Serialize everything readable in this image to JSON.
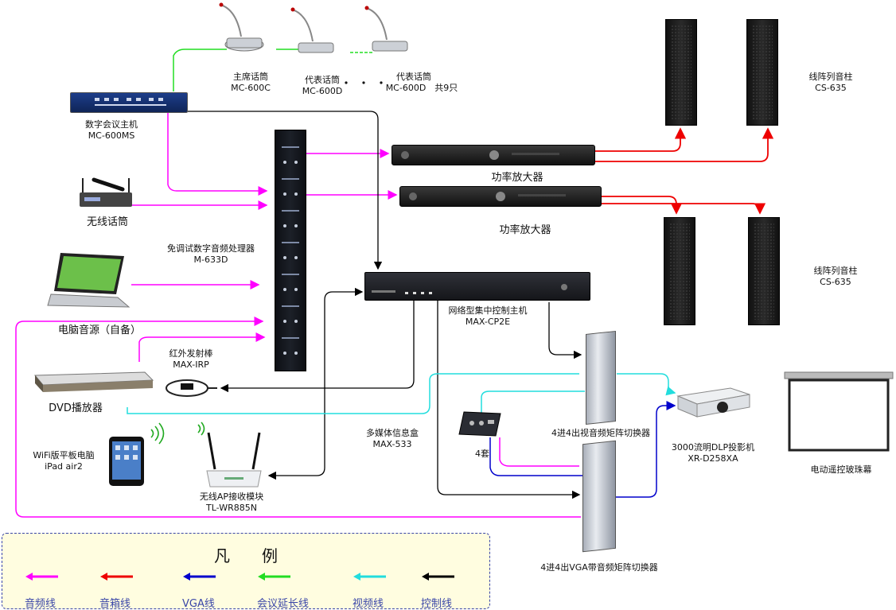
{
  "labels": {
    "chair_mic_name": "主席话筒",
    "chair_mic_model": "MC-600C",
    "rep_mic1_name": "代表话筒",
    "rep_mic1_model": "MC-600D",
    "rep_mic2_name": "代表话筒",
    "rep_mic2_model": "MC-600D　共9只",
    "conf_host_name": "数字会议主机",
    "conf_host_model": "MC-600MS",
    "wireless_mic": "无线话筒",
    "processor_name": "免调试数字音频处理器",
    "processor_model": "M-633D",
    "laptop": "电脑音源（自备）",
    "ir_name": "红外发射棒",
    "ir_model": "MAX-IRP",
    "dvd": "DVD播放器",
    "tablet_name": "WiFi版平板电脑",
    "tablet_model": "iPad air2",
    "ap_name": "无线AP接收模块",
    "ap_model": "TL-WR885N",
    "amp1": "功率放大器",
    "amp2": "功率放大器",
    "spk_top_name": "线阵列音柱",
    "spk_top_model": "CS-635",
    "spk_bottom_name": "线阵列音柱",
    "spk_bottom_model": "CS-635",
    "control_host_name": "网络型集中控制主机",
    "control_host_model": "MAX-CP2E",
    "media_box_name": "多媒体信息盒",
    "media_box_model": "MAX-533",
    "four_sets": "4套",
    "av_matrix": "4进4出视音频矩阵切换器",
    "vga_matrix": "4进4出VGA带音频矩阵切换器",
    "projector_name": "3000流明DLP投影机",
    "projector_model": "XR-D258XA",
    "screen": "电动遥控玻珠幕"
  },
  "legend": {
    "title": "凡　　例",
    "items": [
      {
        "label": "音频线",
        "color": "#ff00ff"
      },
      {
        "label": "音箱线",
        "color": "#ee0000"
      },
      {
        "label": "VGA线",
        "color": "#0000cc"
      },
      {
        "label": "会议延长线",
        "color": "#22dd22"
      },
      {
        "label": "视频线",
        "color": "#22dddd"
      },
      {
        "label": "控制线",
        "color": "#000000"
      }
    ]
  }
}
